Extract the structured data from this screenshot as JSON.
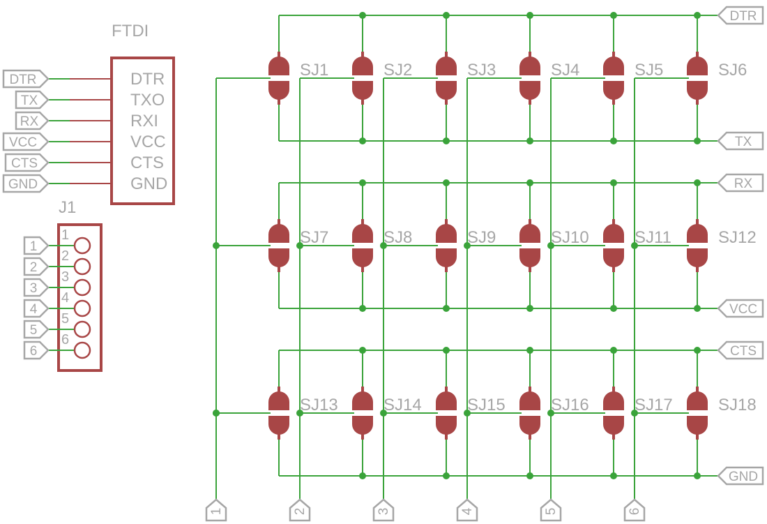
{
  "colors": {
    "wire": "#3aa33a",
    "component": "#a84646",
    "label": "#a6a6a6",
    "background": "#ffffff"
  },
  "ftdi": {
    "name": "FTDI",
    "pins": [
      "DTR",
      "TXO",
      "RXI",
      "VCC",
      "CTS",
      "GND"
    ],
    "ports": [
      "DTR",
      "TX",
      "RX",
      "VCC",
      "CTS",
      "GND"
    ]
  },
  "header": {
    "name": "J1",
    "pins": [
      "1",
      "2",
      "3",
      "4",
      "5",
      "6"
    ],
    "ports": [
      "1",
      "2",
      "3",
      "4",
      "5",
      "6"
    ]
  },
  "matrix": {
    "right_ports": [
      "DTR",
      "TX",
      "RX",
      "VCC",
      "CTS",
      "GND"
    ],
    "bottom_ports": [
      "1",
      "2",
      "3",
      "4",
      "5",
      "6"
    ],
    "jumpers": [
      [
        "SJ1",
        "SJ2",
        "SJ3",
        "SJ4",
        "SJ5",
        "SJ6"
      ],
      [
        "SJ7",
        "SJ8",
        "SJ9",
        "SJ10",
        "SJ11",
        "SJ12"
      ],
      [
        "SJ13",
        "SJ14",
        "SJ15",
        "SJ16",
        "SJ17",
        "SJ18"
      ]
    ]
  }
}
